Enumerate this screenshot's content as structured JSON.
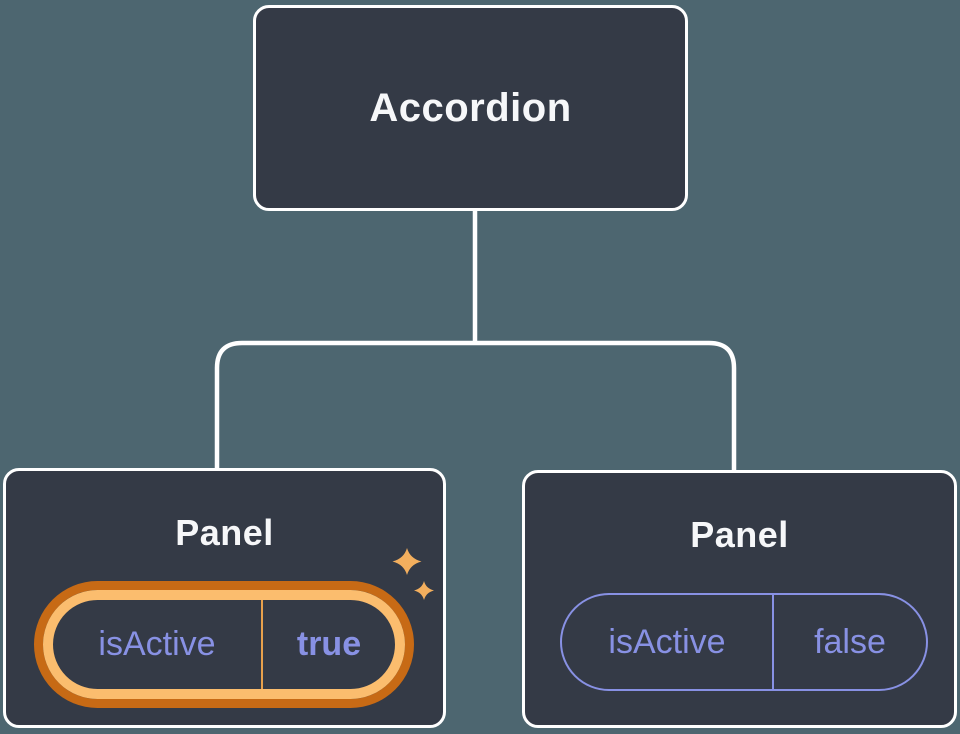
{
  "diagram": {
    "type": "component-tree",
    "root": {
      "label": "Accordion"
    },
    "children": [
      {
        "label": "Panel",
        "state": {
          "key": "isActive",
          "value": "true"
        },
        "highlighted": true,
        "decoration": "sparkles-icon"
      },
      {
        "label": "Panel",
        "state": {
          "key": "isActive",
          "value": "false"
        },
        "highlighted": false
      }
    ]
  },
  "colors": {
    "background": "#4D6670",
    "node_fill": "#343A46",
    "node_border": "#FFFFFF",
    "connector": "#FFFFFF",
    "state_purple": "#8891E4",
    "highlight_ring_outer": "#C76A15",
    "highlight_ring_inner": "#FBBD6E",
    "highlight_divider": "#E8A14C",
    "sparkle": "#F3AF5E"
  }
}
